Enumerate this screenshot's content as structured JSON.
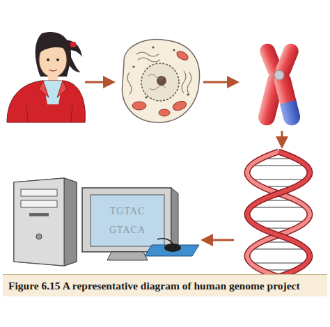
{
  "diagram": {
    "caption": "Figure 6.15 A representative diagram of human genome project",
    "nodes": [
      {
        "text": [
          "TGTAC",
          "GTACA"
        ]
      }
    ]
  }
}
